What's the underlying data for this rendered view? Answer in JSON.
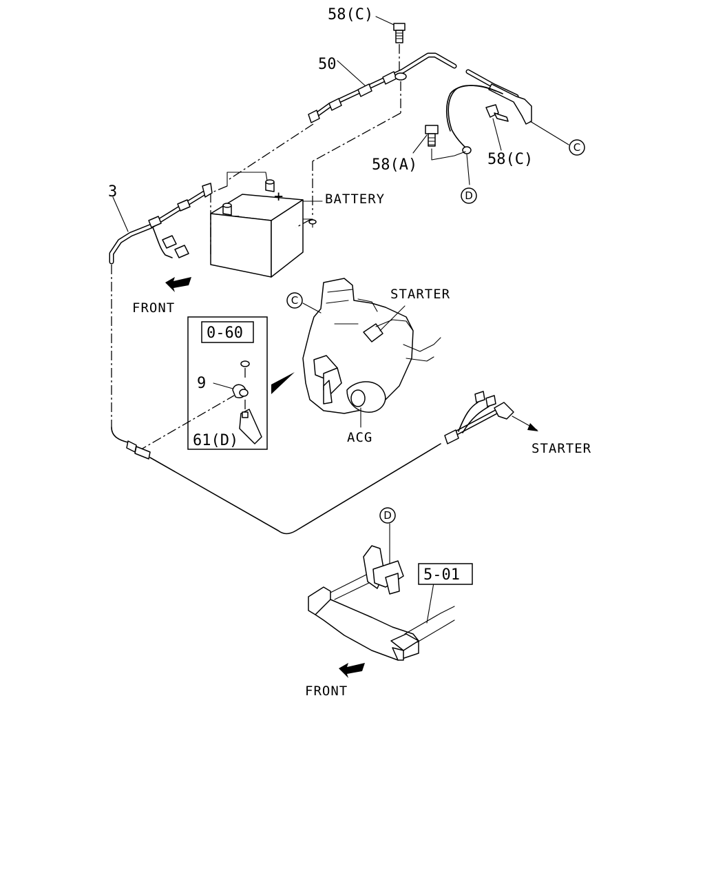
{
  "labels": {
    "bolt_c_top": "58(C)",
    "cable_50": "50",
    "cable_3": "3",
    "battery": "BATTERY",
    "plus_sign": "+",
    "minus_sign": "-",
    "bolt_a": "58(A)",
    "bolt_c_right": "58(C)",
    "front_upper": "FRONT",
    "front_lower": "FRONT",
    "starter_engine": "STARTER",
    "starter_arrow": "STARTER",
    "acg": "ACG",
    "ref_box_top": "0-60",
    "ref_box_frame": "5-01",
    "clip_9": "9",
    "nut_61d": "61(D)"
  },
  "callouts": {
    "c_right": "C",
    "c_engine": "C",
    "d_upper": "D",
    "d_frame": "D"
  }
}
